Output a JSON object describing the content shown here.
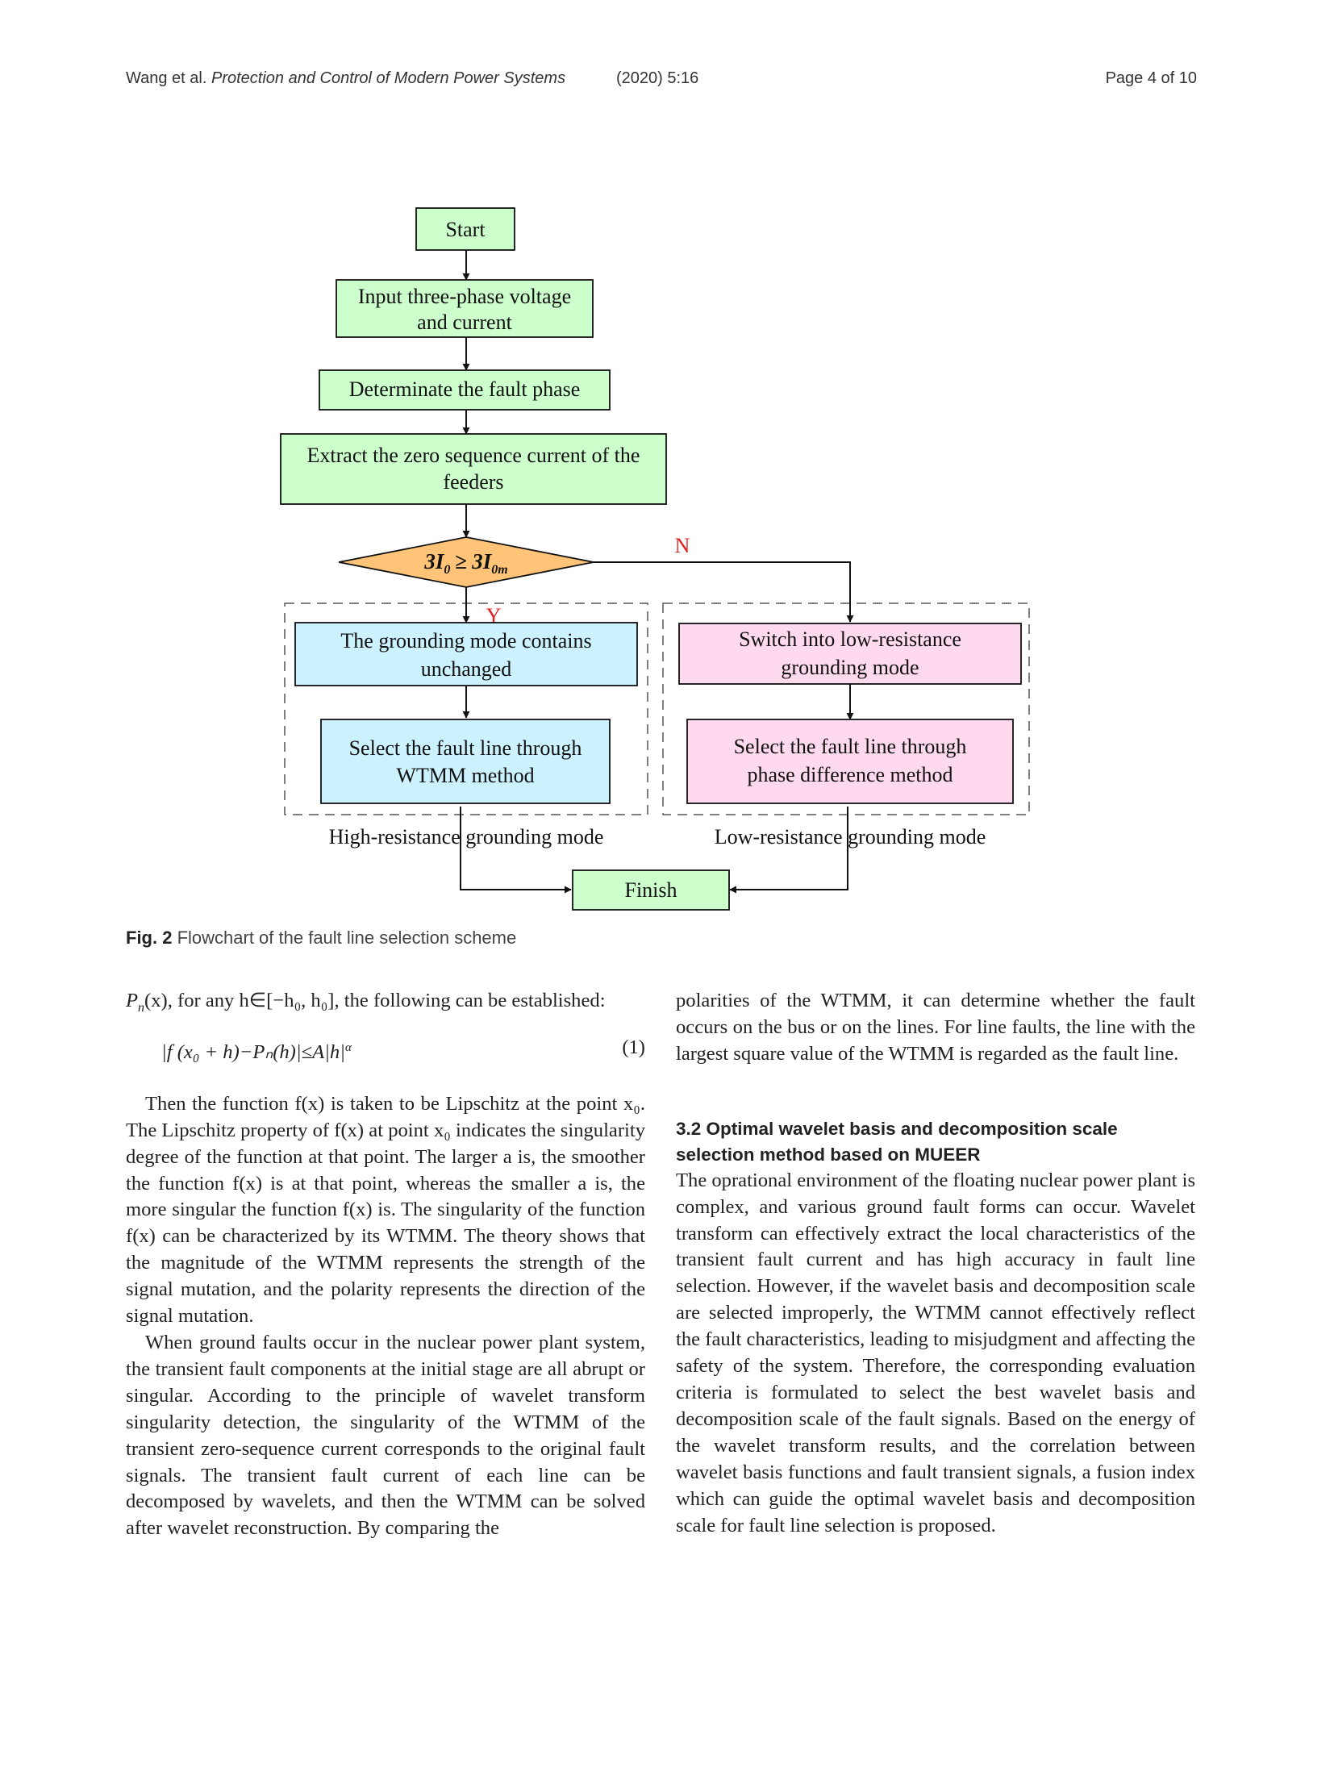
{
  "header": {
    "authors": "Wang et al.",
    "journal": "Protection and Control of Modern Power Systems",
    "year_vol": "(2020) 5:16",
    "page": "Page 4 of 10"
  },
  "flowchart": {
    "start": "Start",
    "input_line1": "Input three-phase voltage",
    "input_line2": "and current",
    "determine": "Determinate the fault phase",
    "extract_line1": "Extract the zero sequence current of the",
    "extract_line2": "feeders",
    "decision_left": "3I",
    "decision_left_sub": "0",
    "decision_op": "≥",
    "decision_right": "3I",
    "decision_right_sub": "0m",
    "no_label": "N",
    "yes_label": "Y",
    "grounding_line1": "The grounding mode contains",
    "grounding_line2": "unchanged",
    "wtmm_line1": "Select the fault line through",
    "wtmm_line2": "WTMM method",
    "switch_line1": "Switch into low-resistance",
    "switch_line2": "grounding mode",
    "phase_line1": "Select the fault line through",
    "phase_line2": "phase difference method",
    "high_mode": "High-resistance grounding mode",
    "low_mode": "Low-resistance grounding mode",
    "finish": "Finish",
    "colors": {
      "green_box": "#ccffcc",
      "blue_box": "#ccf2ff",
      "pink_box": "#ffd9ee",
      "diamond": "#ffc477",
      "label_red": "#e02020"
    }
  },
  "figure": {
    "label": "Fig. 2",
    "caption": "Flowchart of the fault line selection scheme"
  },
  "left_column": {
    "p1_a": "P",
    "p1_sub": "n",
    "p1_b": "(x), for any h∈[−h₀, h₀], the following can be established:",
    "equation": "|f (x₀ + h)−Pₙ(h)|≤A|h|",
    "equation_sup": "α",
    "equation_number": "(1)",
    "p2": "Then the function f(x) is taken to be Lipschitz at the point x₀. The Lipschitz property of f(x) at point x₀ indicates the singularity degree of the function at that point. The larger a is, the smoother the function f(x) is at that point, whereas the smaller a is, the more singular the function f(x) is. The singularity of the function f(x) can be characterized by its WTMM. The theory shows that the magnitude of the WTMM represents the strength of the signal mutation, and the polarity represents the direction of the signal mutation.",
    "p3": "When ground faults occur in the nuclear power plant system, the transient fault components at the initial stage are all abrupt or singular. According to the principle of wavelet transform singularity detection, the singularity of the WTMM of the transient zero-sequence current corresponds to the original fault signals. The transient fault current of each line can be decomposed by wavelets, and then the WTMM can be solved after wavelet reconstruction. By comparing the"
  },
  "right_column": {
    "p1": "polarities of the WTMM, it can determine whether the fault occurs on the bus or on the lines. For line faults, the line with the largest square value of the WTMM is regarded as the fault line.",
    "heading": "3.2 Optimal wavelet basis and decomposition scale selection method based on MUEER",
    "p2": "The oprational environment of the floating nuclear power plant is complex, and various ground fault forms can occur. Wavelet transform can effectively extract the local characteristics of the transient fault current and has high accuracy in fault line selection. However, if the wavelet basis and decomposition scale are selected improperly, the WTMM cannot effectively reflect the fault characteristics, leading to misjudgment and affecting the safety of the system. Therefore, the corresponding evaluation criteria is formulated to select the best wavelet basis and decomposition scale of the fault signals. Based on the energy of the wavelet transform results, and the correlation between wavelet basis functions and fault transient signals, a fusion index which can guide the optimal wavelet basis and decomposition scale for fault line selection is proposed."
  }
}
